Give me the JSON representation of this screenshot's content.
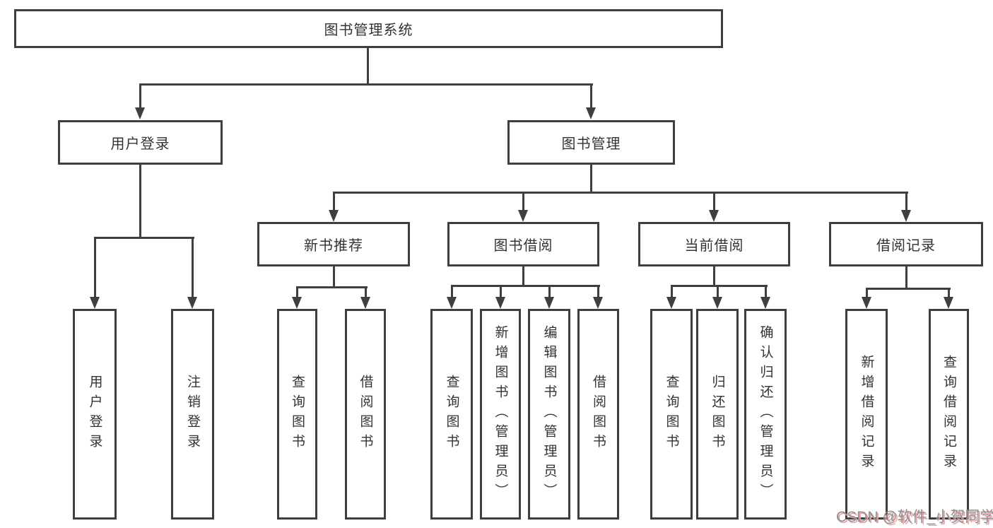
{
  "diagram": {
    "root": {
      "label": "图书管理系统"
    },
    "level2": [
      {
        "label": "用户登录"
      },
      {
        "label": "图书管理"
      }
    ],
    "level3": [
      {
        "label": "新书推荐"
      },
      {
        "label": "图书借阅"
      },
      {
        "label": "当前借阅"
      },
      {
        "label": "借阅记录"
      }
    ],
    "children": {
      "user_login": [
        "用户登录",
        "注销登录"
      ],
      "new_books": [
        "查询图书",
        "借阅图书"
      ],
      "book_borrow": [
        "查询图书",
        "新增图书（管理员）",
        "编辑图书（管理员）",
        "借阅图书"
      ],
      "current_borrow": [
        "查询图书",
        "归还图书",
        "确认归还（管理员）"
      ],
      "borrow_records": [
        "新增借阅记录",
        "查询借阅记录"
      ]
    }
  },
  "watermark": {
    "text": "CSDN @软件_小贺同学"
  },
  "colors": {
    "line": "#3f3f3f",
    "text": "#333333",
    "background": "#ffffff",
    "watermark_text": "#8f8f8f",
    "watermark_shadow": "#e9a0a0"
  }
}
